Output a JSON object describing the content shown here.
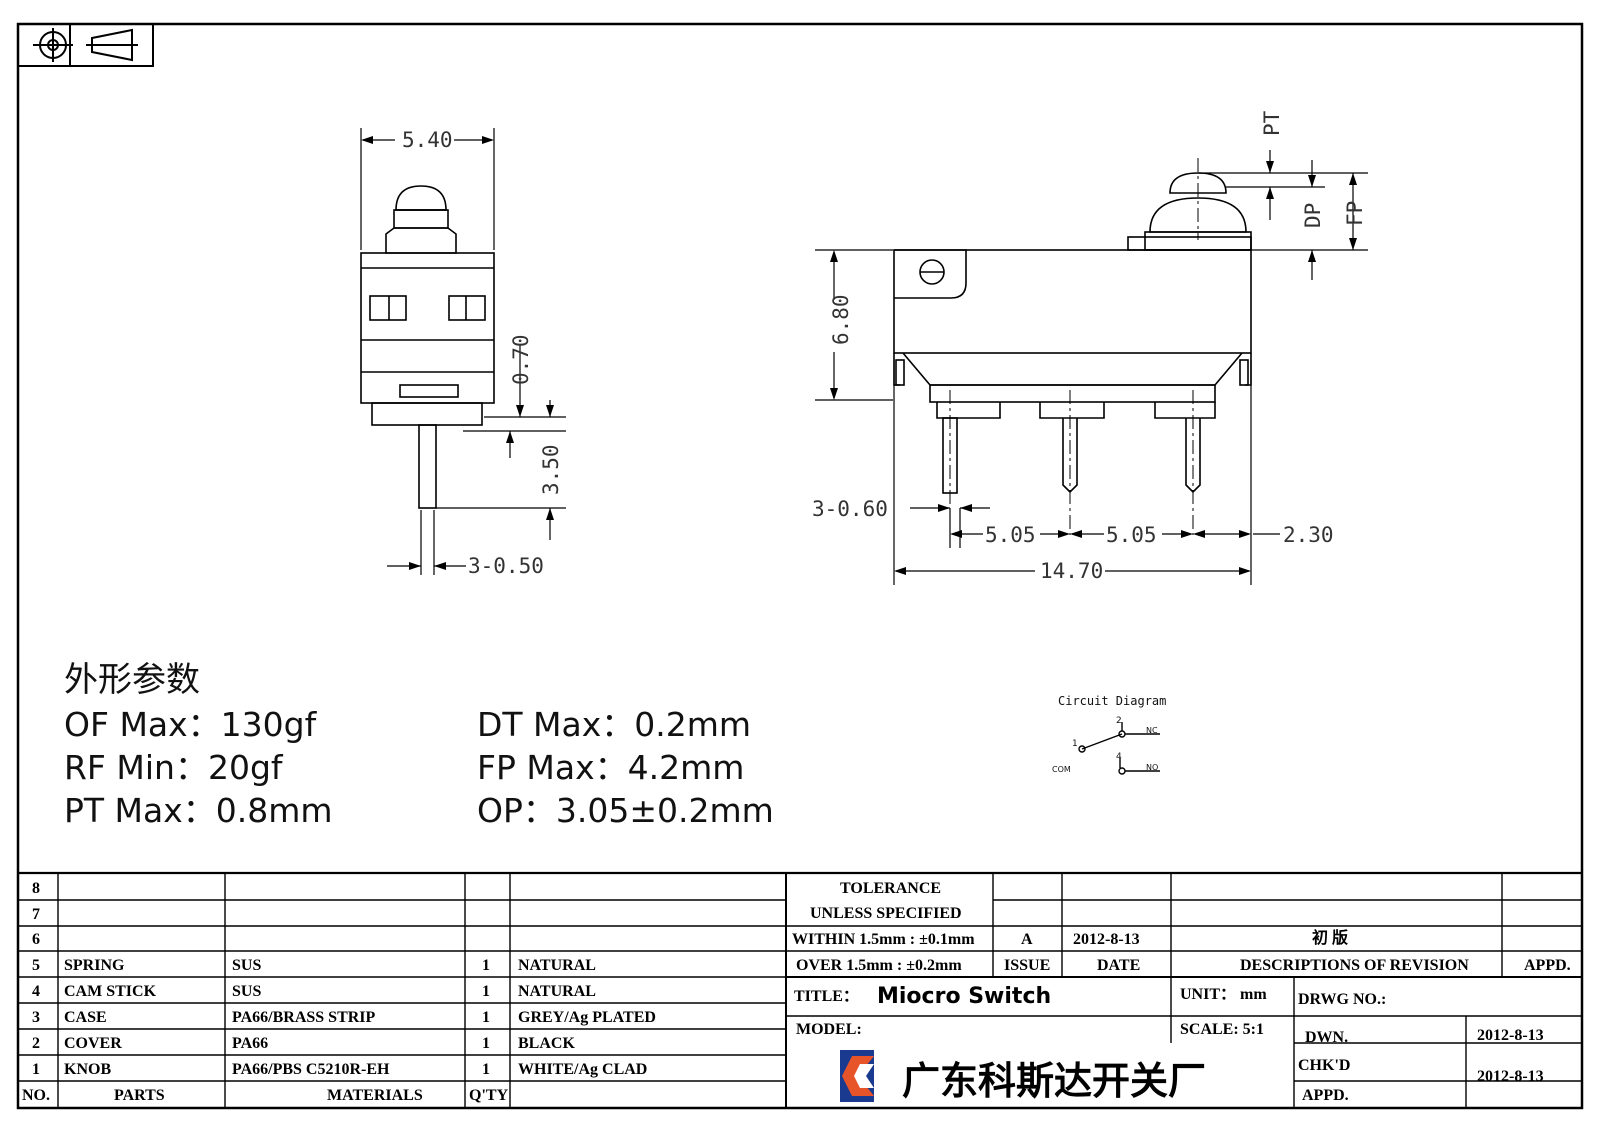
{
  "dimensions": {
    "width_540": "5.40",
    "height_070": "0.70",
    "height_350": "3.50",
    "pin_050": "3-0.50",
    "pt": "PT",
    "dp": "DP",
    "fp": "FP",
    "height_680": "6.80",
    "pin_060": "3-0.60",
    "pitch1": "5.05",
    "pitch2": "5.05",
    "end_230": "2.30",
    "length_1470": "14.70"
  },
  "specs": {
    "heading": "外形参数",
    "of_max": "OF Max：130gf",
    "rf_min": "RF Min：20gf",
    "pt_max": "PT Max：0.8mm",
    "dt_max": "DT Max：0.2mm",
    "fp_max": "FP Max：4.2mm",
    "op": "OP：3.05±0.2mm"
  },
  "circuit": {
    "title": "Circuit Diagram",
    "pin1": "1",
    "pin2": "2",
    "pin4": "4",
    "nc": "NC",
    "no": "NO",
    "com": "COM"
  },
  "bom": {
    "rows": [
      {
        "no": "8",
        "part": "",
        "material": "",
        "qty": "",
        "finish": ""
      },
      {
        "no": "7",
        "part": "",
        "material": "",
        "qty": "",
        "finish": ""
      },
      {
        "no": "6",
        "part": "",
        "material": "",
        "qty": "",
        "finish": ""
      },
      {
        "no": "5",
        "part": "SPRING",
        "material": "SUS",
        "qty": "1",
        "finish": "NATURAL"
      },
      {
        "no": "4",
        "part": "CAM STICK",
        "material": "SUS",
        "qty": "1",
        "finish": "NATURAL"
      },
      {
        "no": "3",
        "part": "CASE",
        "material": "PA66/BRASS STRIP",
        "qty": "1",
        "finish": "GREY/Ag PLATED"
      },
      {
        "no": "2",
        "part": "COVER",
        "material": "PA66",
        "qty": "1",
        "finish": "BLACK"
      },
      {
        "no": "1",
        "part": "KNOB",
        "material": "PA66/PBS C5210R-EH",
        "qty": "1",
        "finish": "WHITE/Ag CLAD"
      }
    ],
    "header": {
      "no": "NO.",
      "parts": "PARTS",
      "materials": "MATERIALS",
      "qty": "Q'TY"
    }
  },
  "title_block": {
    "tolerance_line1": "TOLERANCE",
    "tolerance_line2": "UNLESS  SPECIFIED",
    "within": "WITHIN  1.5mm : ±0.1mm",
    "over": "OVER  1.5mm : ±0.2mm",
    "issue_value": "A",
    "date_value": "2012-8-13",
    "revision_desc": "初  版",
    "issue_label": "ISSUE",
    "date_label": "DATE",
    "desc_label": "DESCRIPTIONS  OF  REVISION",
    "appd_label": "APPD.",
    "title_label": "TITLE：",
    "title_value": "Miocro Switch",
    "unit_label": "UNIT：  mm",
    "drwg_label": "DRWG  NO.:",
    "model_label": "MODEL:",
    "scale_label": "SCALE:  5:1",
    "dwn_label": "DWN.",
    "dwn_date": "2012-8-13",
    "chkd_label": "CHK'D",
    "chkd_date": "2012-8-13",
    "appd2_label": "APPD.",
    "company": "广东科斯达开关厂"
  }
}
